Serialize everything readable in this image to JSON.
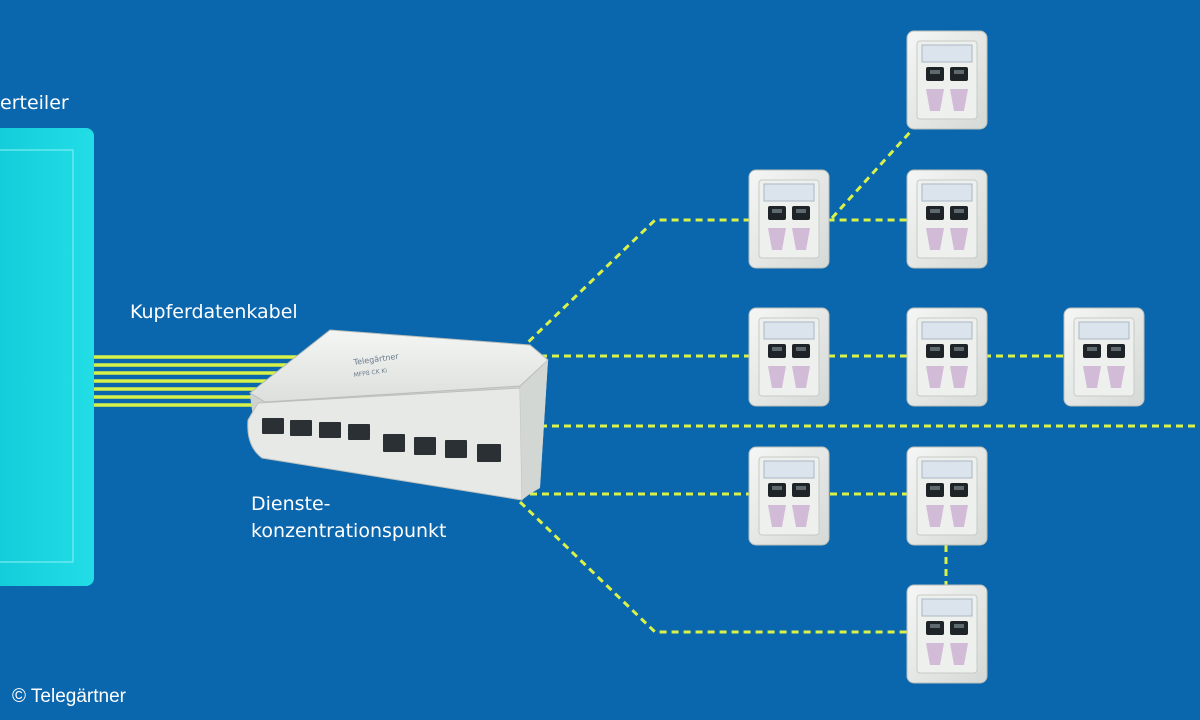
{
  "labels": {
    "distributor": "erteiler",
    "cable": "Kupferdatenkabel",
    "concentrator_line1": "Dienste-",
    "concentrator_line2": "konzentrationspunkt"
  },
  "device": {
    "brand": "Telegärtner",
    "model": "MFP8 CK Ki"
  },
  "copyright": "© Telegärtner",
  "colors": {
    "background": "#0a66ad",
    "distributor": "#18d4e0",
    "cable": "#d9f24a",
    "outlet": "#e9ece9"
  },
  "icons": [
    "network-switch-icon",
    "network-outlet-icon"
  ]
}
